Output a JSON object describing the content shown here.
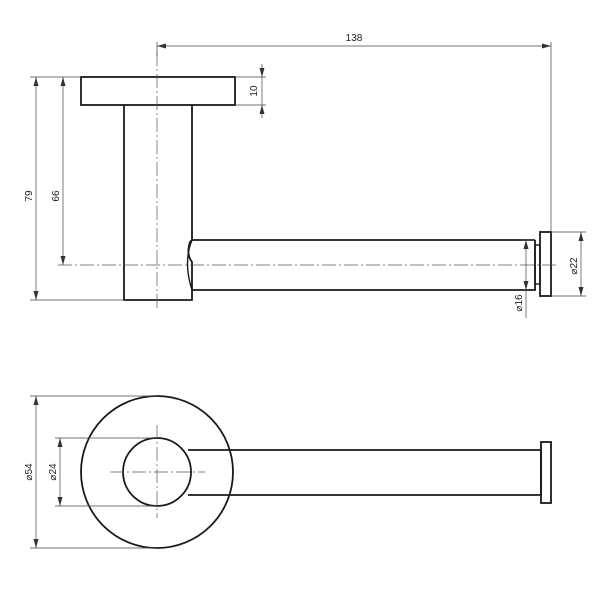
{
  "dimensions": {
    "overall_length": "138",
    "overall_height": "79",
    "rod_axis_height": "66",
    "flange_thickness": "10",
    "end_cap_diameter": "⌀22",
    "rod_diameter": "⌀16",
    "rosette_diameter": "⌀54",
    "post_diameter": "⌀24"
  },
  "colors": {
    "line": "#1a1a1a",
    "dimension": "#444444",
    "background": "#ffffff"
  }
}
